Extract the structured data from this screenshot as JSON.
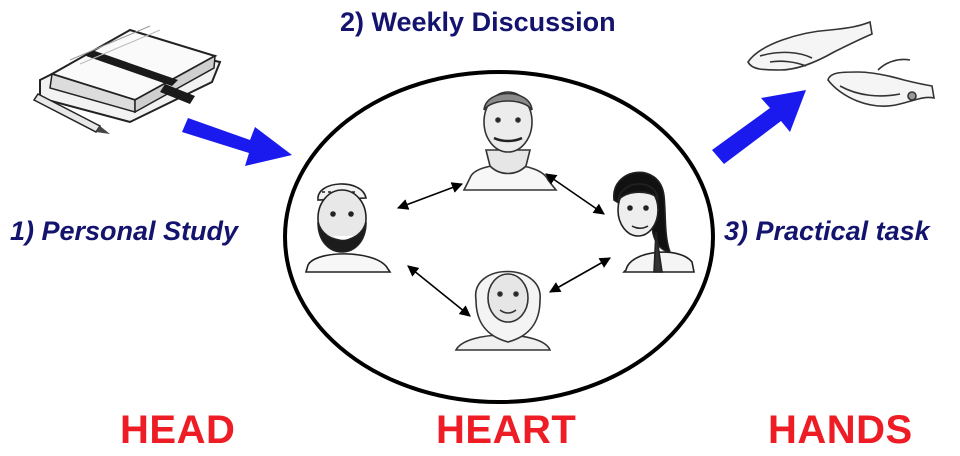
{
  "steps": {
    "personal_study": "1) Personal Study",
    "weekly_discussion": "2) Weekly Discussion",
    "practical_task": "3) Practical task"
  },
  "labels": {
    "head": "HEAD",
    "heart": "HEART",
    "hands": "HANDS"
  },
  "icons": [
    "notebook-icon",
    "pencil-icon",
    "blue-arrow-icon",
    "man-portrait-icon",
    "bearded-man-portrait-icon",
    "woman-portrait-icon",
    "girl-portrait-icon",
    "giving-hands-icon",
    "double-arrow-icon"
  ],
  "colors": {
    "step_text": "#14146e",
    "big_label": "#ee1c24",
    "arrow": "#1a1aee",
    "circle": "#000000"
  }
}
